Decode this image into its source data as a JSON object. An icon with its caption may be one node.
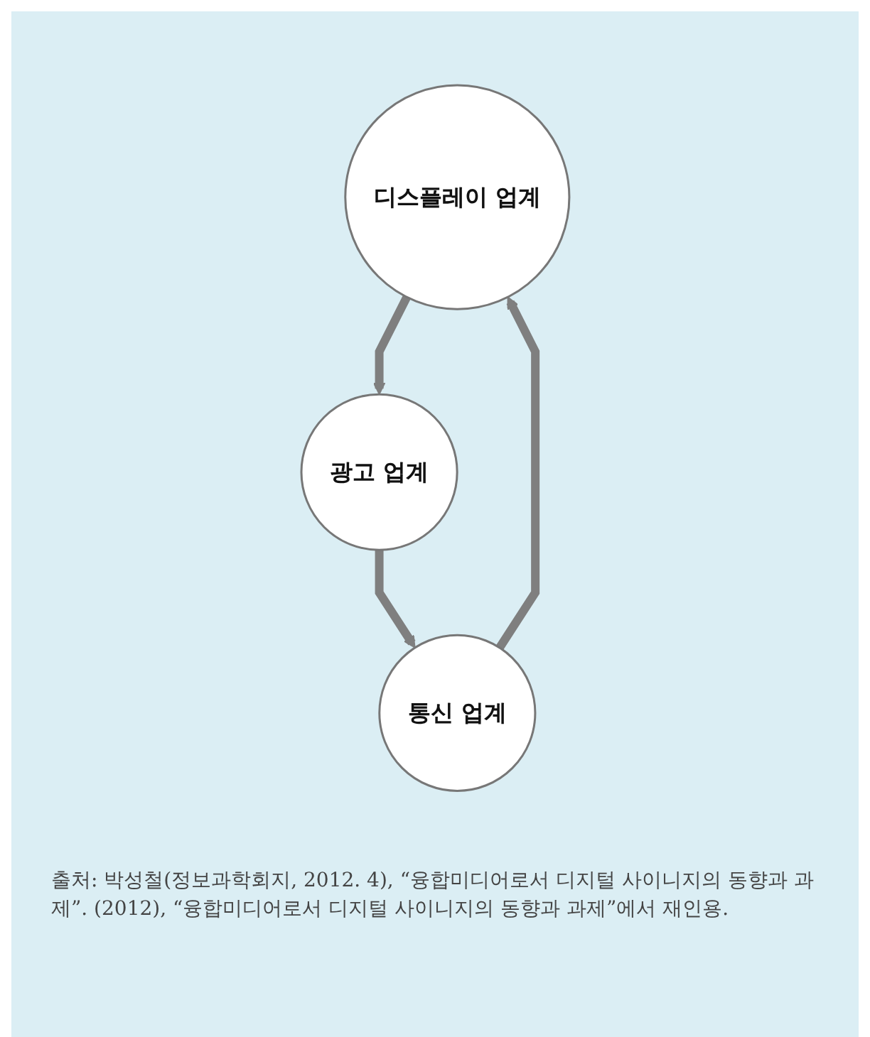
{
  "diagram": {
    "caption": "출처: 박성철(정보과학회지, 2012. 4), “융합미디어로서 디지털 사이니지의 동향과 과제”. (2012), “융합미디어로서 디지털 사이니지의 동향과 과제”에서 재인용.",
    "nodes": [
      {
        "text": [
          "디스플레이 업계"
        ]
      },
      {
        "text": [
          "광고 업계"
        ]
      },
      {
        "text": [
          "통신 업계"
        ]
      }
    ],
    "edges": [
      {
        "from": 0,
        "to": 1,
        "arrow": "to"
      },
      {
        "from": 1,
        "to": 2,
        "arrow": "to"
      },
      {
        "from": 2,
        "to": 0,
        "arrow": "to"
      }
    ]
  }
}
